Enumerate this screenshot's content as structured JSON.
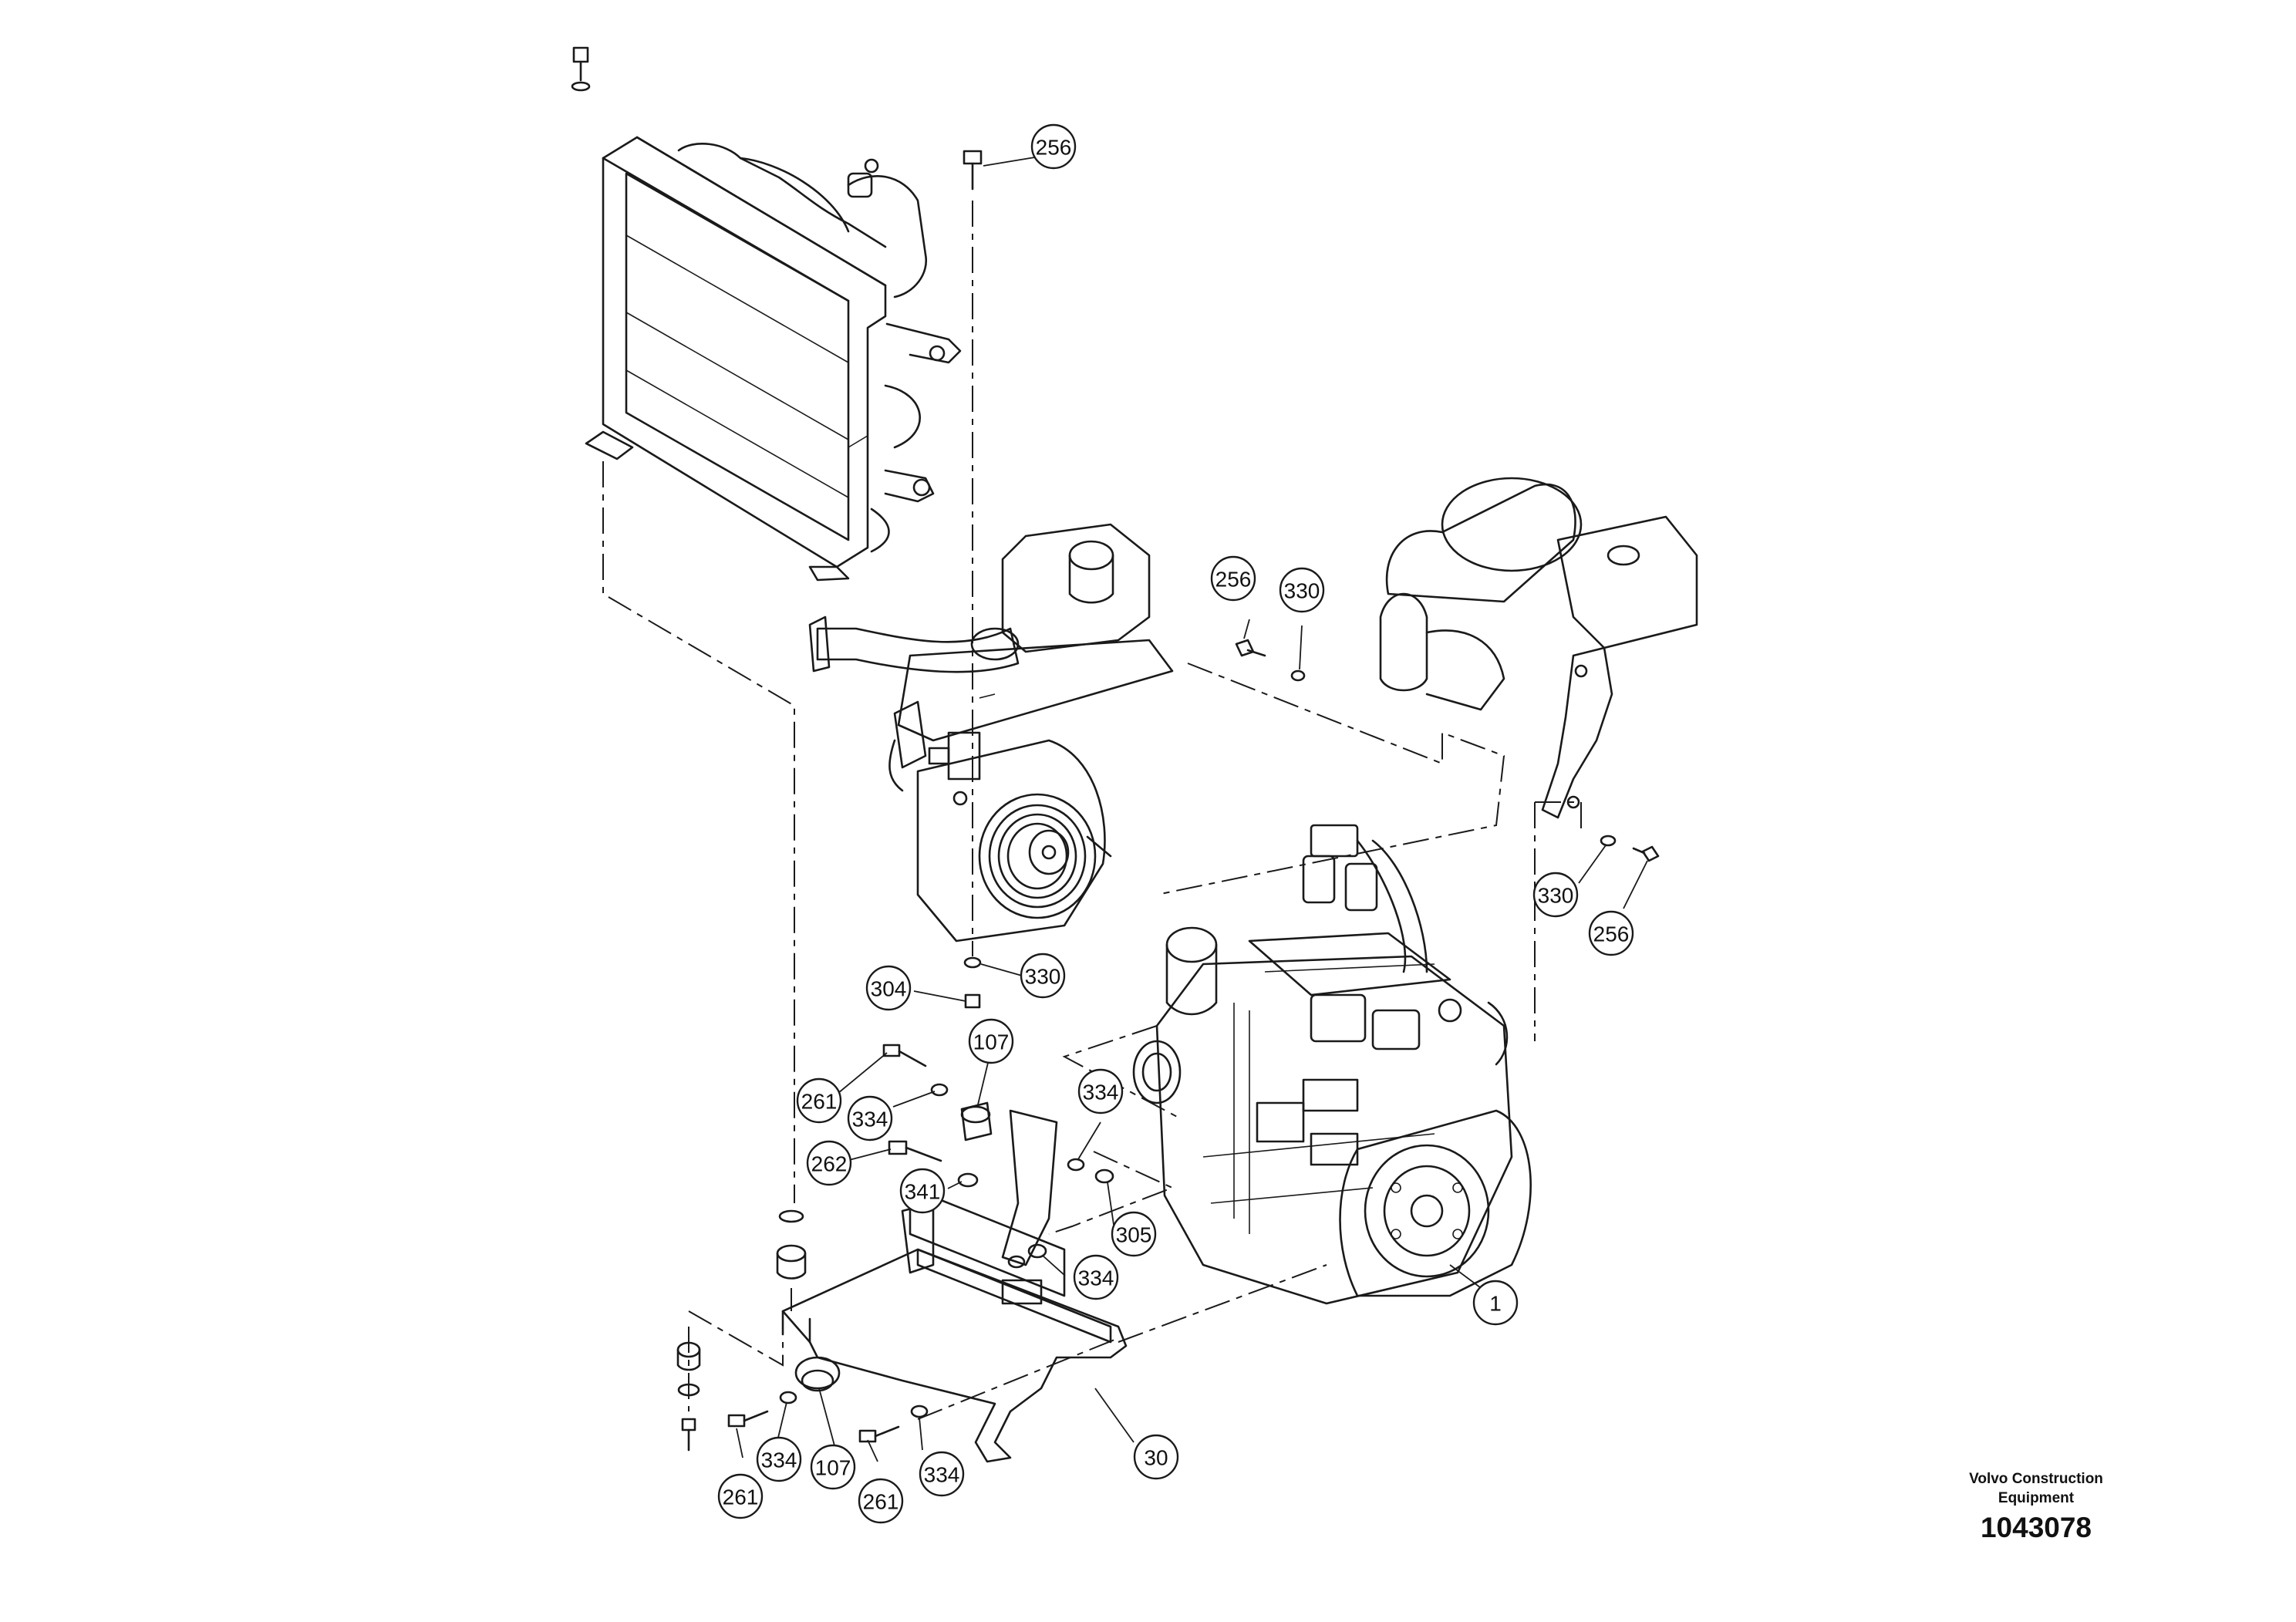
{
  "callouts": [
    "256",
    "256",
    "330",
    "256",
    "330",
    "330",
    "304",
    "107",
    "334",
    "261",
    "334",
    "262",
    "341",
    "305",
    "334",
    "1",
    "30",
    "334",
    "107",
    "334",
    "261",
    "261"
  ],
  "title_block": {
    "maker_line1": "Volvo Construction",
    "maker_line2": "Equipment",
    "document_number": "1043078"
  }
}
